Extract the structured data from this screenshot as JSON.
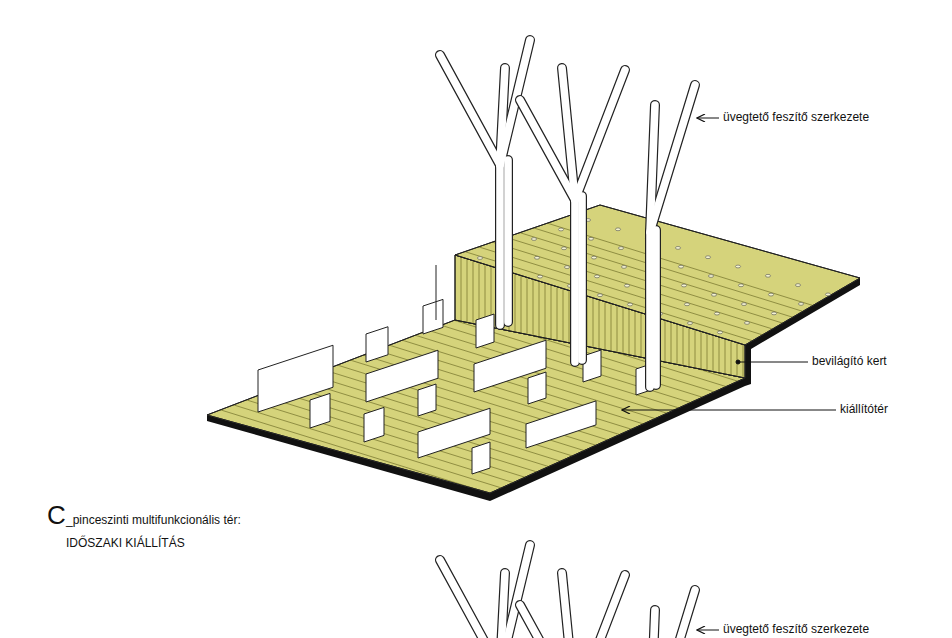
{
  "diagram": {
    "labels": [
      "üvegtető feszítő szerkezete",
      "bevilágító kert",
      "kiállítótér",
      "C",
      "_pinceszinti multifunkcionális tér:",
      "IDŐSZAKI KIÁLLÍTÁS",
      "üvegtető feszítő szerkezete"
    ]
  }
}
